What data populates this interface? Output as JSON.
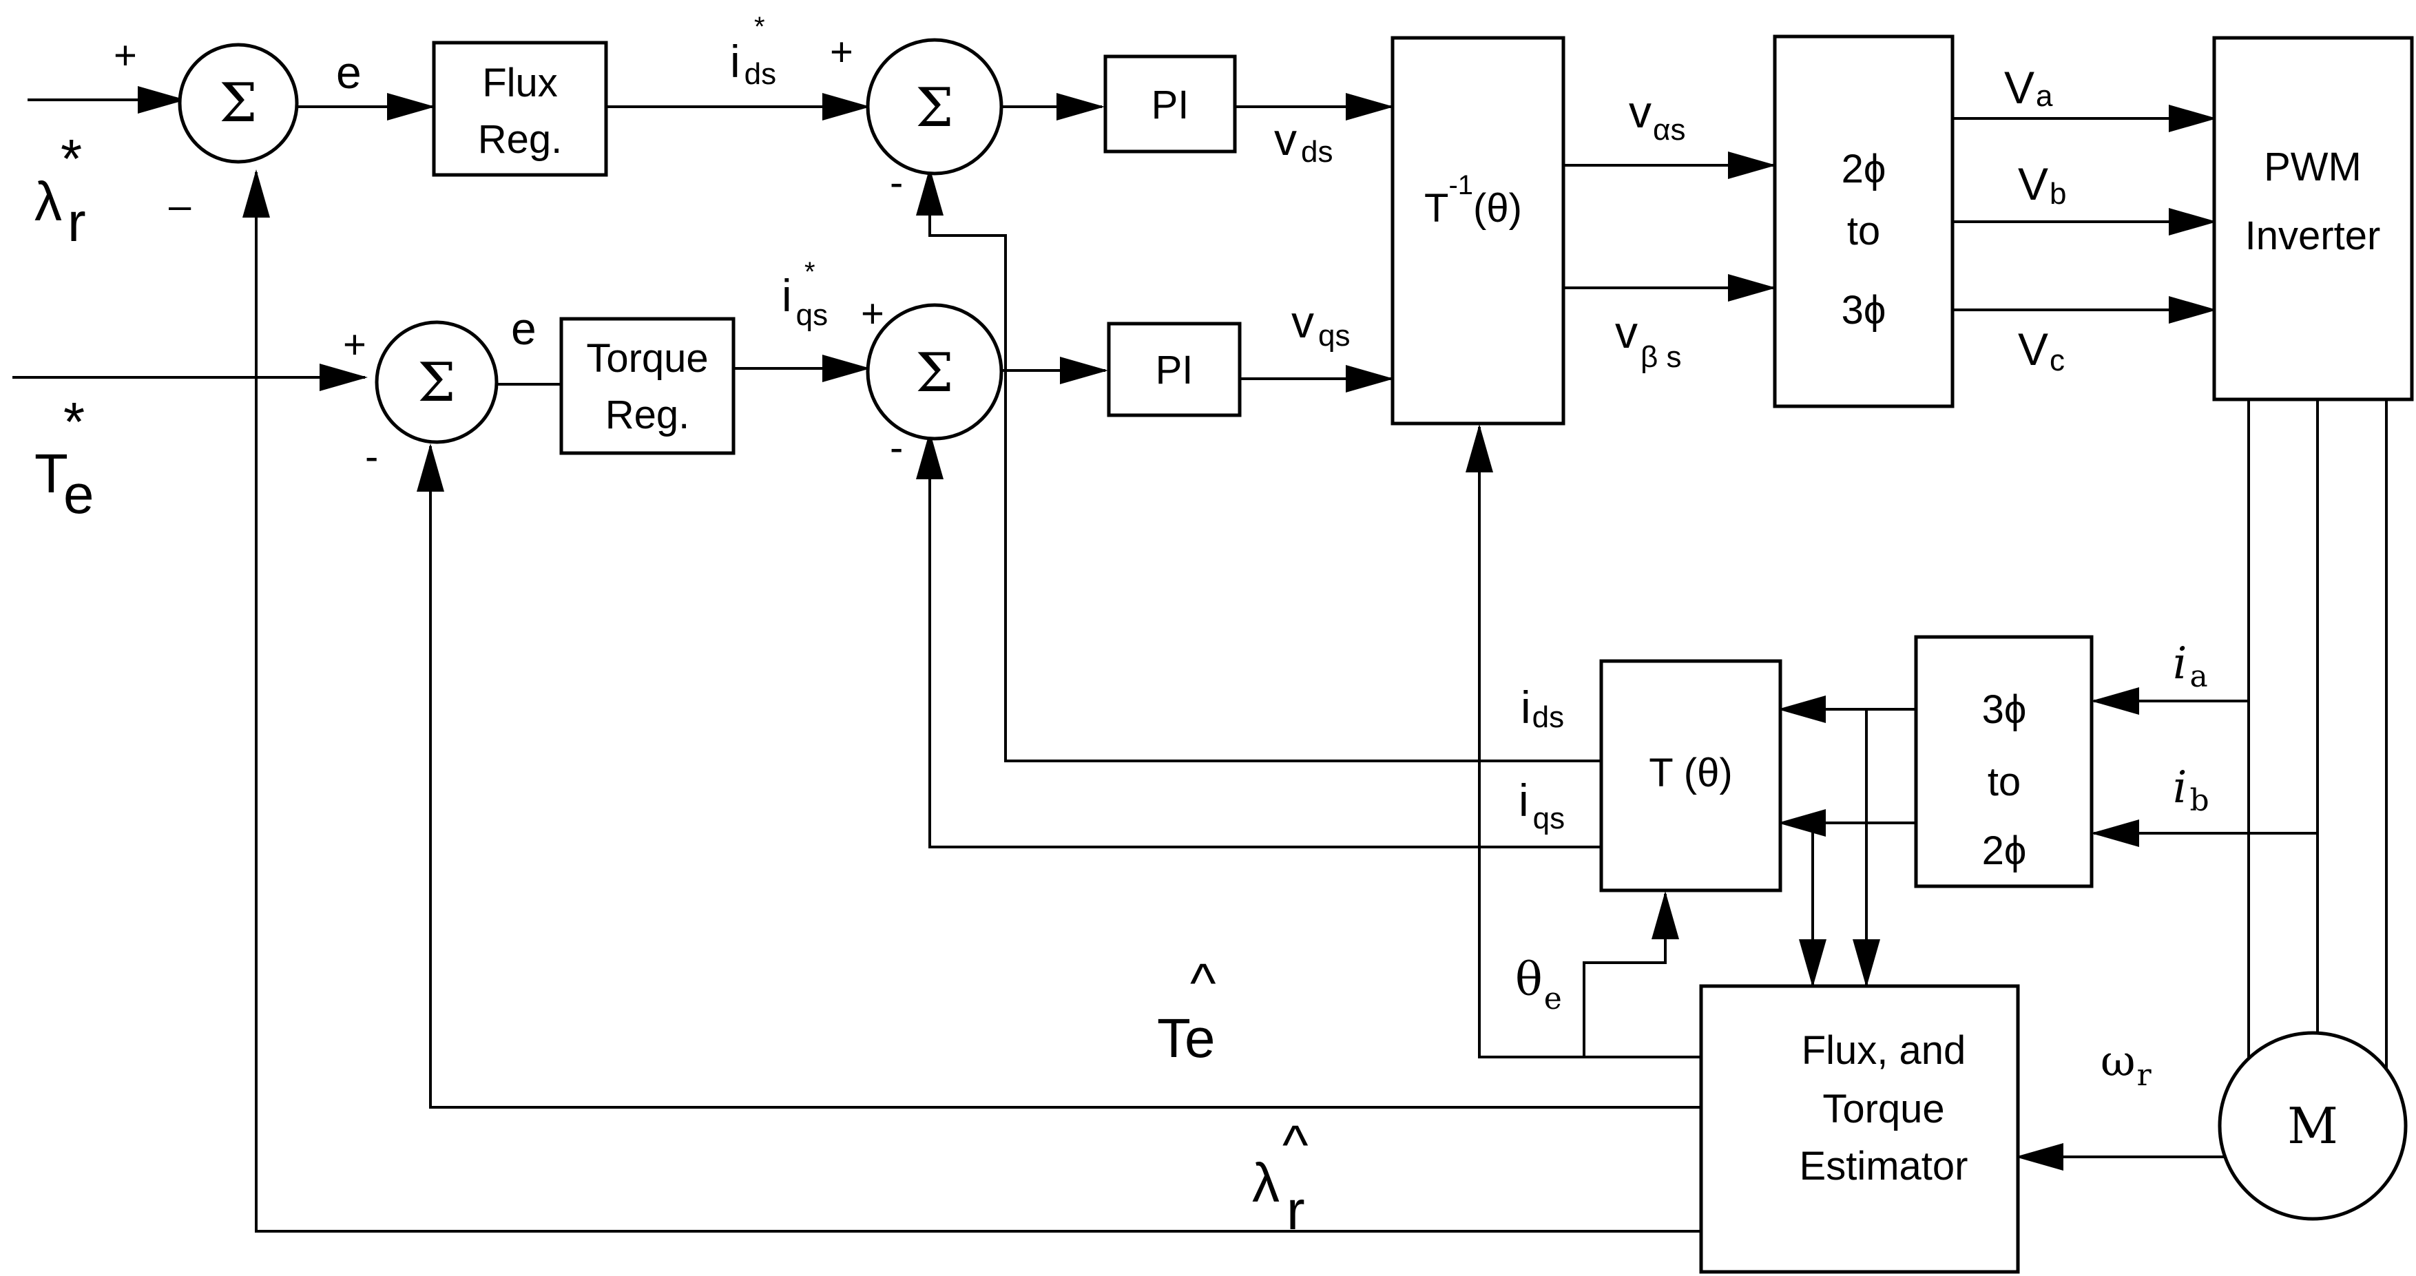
{
  "symbols": {
    "sum": "Σ",
    "plus": "+",
    "minus": "-",
    "minus_long": "–",
    "star": "*",
    "hat": "^"
  },
  "blocks": {
    "flux_reg": [
      "Flux",
      "Reg."
    ],
    "torque_reg": [
      "Torque",
      "Reg."
    ],
    "pi": "PI",
    "inv_transform": {
      "main": "T",
      "sup": "-1",
      "arg": "(θ)"
    },
    "two_to_three": [
      "2ϕ",
      "to",
      "3ϕ"
    ],
    "pwm_inverter": [
      "PWM",
      "Inverter"
    ],
    "transform": "T (θ)",
    "three_to_two": [
      "3ϕ",
      "to",
      "2ϕ"
    ],
    "estimator": [
      "Flux, and",
      "Torque",
      "Estimator"
    ],
    "motor": "M"
  },
  "signals": {
    "lambda_ref": {
      "main": "λ",
      "sub": "r"
    },
    "torque_ref": {
      "main": "T",
      "sub": "e"
    },
    "error": "e",
    "ids_ref": {
      "main": "i",
      "sub": "ds"
    },
    "iqs_ref": {
      "main": "i",
      "sub": "qs"
    },
    "vds": {
      "main": "v",
      "sub": "ds"
    },
    "vqs": {
      "main": "v",
      "sub": "qs"
    },
    "valpha": {
      "main": "v",
      "sub": "αs"
    },
    "vbeta": {
      "main": "v",
      "sub": "β s"
    },
    "va": {
      "main": "V",
      "sub": "a"
    },
    "vb": {
      "main": "V",
      "sub": "b"
    },
    "vc": {
      "main": "V",
      "sub": "c"
    },
    "ia": {
      "main": "i",
      "sub": "a"
    },
    "ib": {
      "main": "i",
      "sub": "b"
    },
    "ids": {
      "main": "i",
      "sub": "ds"
    },
    "iqs": {
      "main": "i",
      "sub": "qs"
    },
    "theta_e": {
      "main": "θ",
      "sub": "e"
    },
    "omega_r": {
      "main": "ω",
      "sub": "r"
    },
    "torque_est": {
      "main": "T",
      "sub": "e"
    },
    "lambda_est": {
      "main": "λ",
      "sub": "r"
    }
  }
}
